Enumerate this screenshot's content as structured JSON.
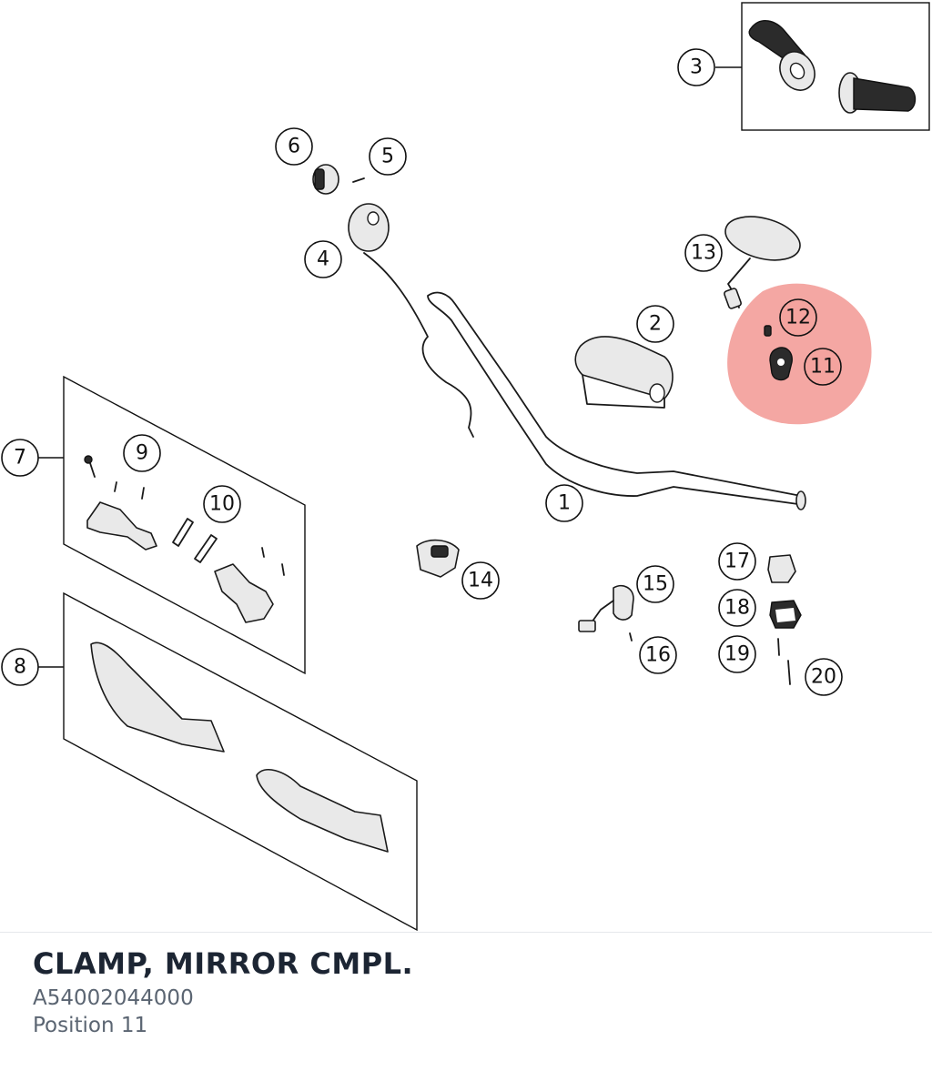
{
  "callouts": {
    "c1": "1",
    "c2": "2",
    "c3": "3",
    "c4": "4",
    "c5": "5",
    "c6": "6",
    "c7": "7",
    "c8": "8",
    "c9": "9",
    "c10": "10",
    "c11": "11",
    "c12": "12",
    "c13": "13",
    "c14": "14",
    "c15": "15",
    "c16": "16",
    "c17": "17",
    "c18": "18",
    "c19": "19",
    "c20": "20"
  },
  "highlight": {
    "position": "11",
    "color": "#f08a84"
  },
  "footer": {
    "title": "CLAMP, MIRROR CMPL.",
    "part_number": "A54002044000",
    "position": "Position 11"
  }
}
